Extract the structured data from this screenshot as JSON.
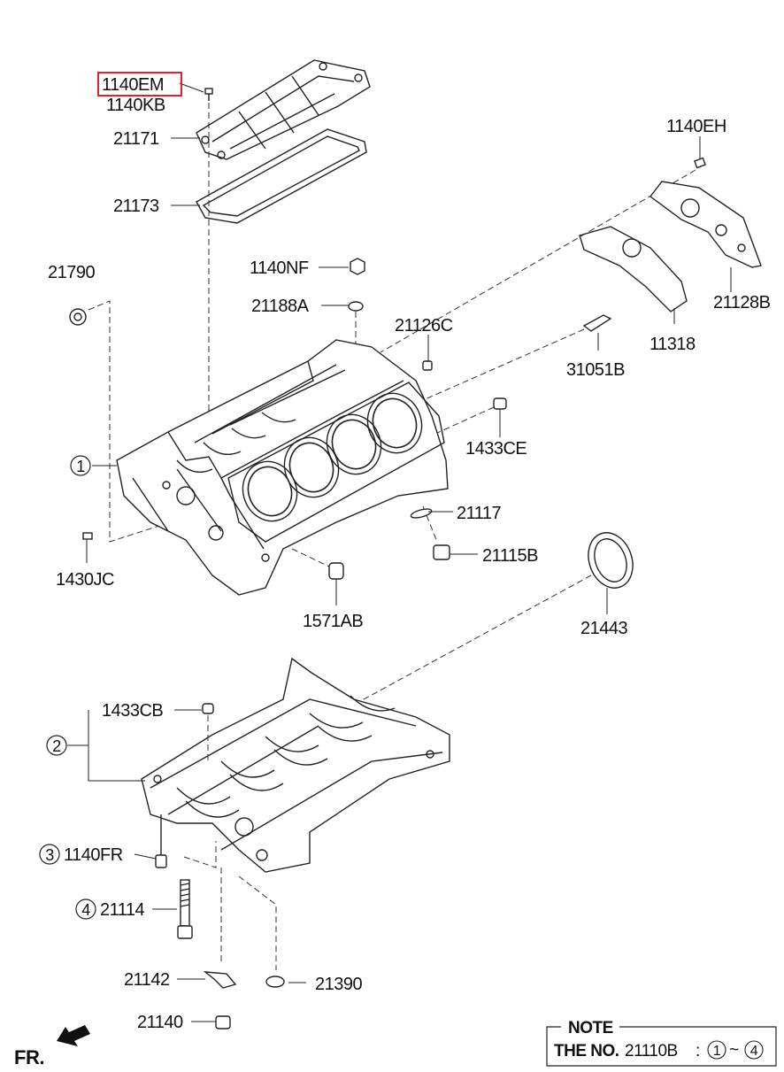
{
  "labels": {
    "p1140em": "1140EM",
    "p1140kb": "1140KB",
    "p21171": "21171",
    "p21173": "21173",
    "p1140eh": "1140EH",
    "p21790": "21790",
    "p1140nf": "1140NF",
    "p21188a": "21188A",
    "p21128b": "21128B",
    "p21126c": "21126C",
    "p11318": "11318",
    "p31051b": "31051B",
    "p1433ce": "1433CE",
    "p21117": "21117",
    "p21115b": "21115B",
    "p1430jc": "1430JC",
    "p1571ab": "1571AB",
    "p21443": "21443",
    "p1433cb": "1433CB",
    "p1140fr": "1140FR",
    "p21114": "21114",
    "p21142": "21142",
    "p21390": "21390",
    "p21140": "21140"
  },
  "callouts": {
    "c1": "1",
    "c2": "2",
    "c3": "3",
    "c4": "4"
  },
  "note": {
    "title": "NOTE",
    "prefix": "THE NO.",
    "part": "21110B",
    "colon": ":",
    "from": "1",
    "tilde": "~",
    "to": "4"
  },
  "direction": "FR.",
  "highlight": {
    "label": "1140EM",
    "color": "#e0202a"
  }
}
